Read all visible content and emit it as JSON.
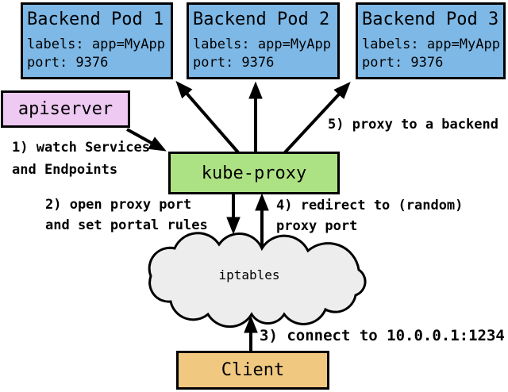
{
  "pods": [
    {
      "title": "Backend Pod 1",
      "labels": "labels: app=MyApp",
      "port": "port: 9376"
    },
    {
      "title": "Backend Pod 2",
      "labels": "labels: app=MyApp",
      "port": "port: 9376"
    },
    {
      "title": "Backend Pod 3",
      "labels": "labels: app=MyApp",
      "port": "port: 9376"
    }
  ],
  "apiserver": {
    "label": "apiserver"
  },
  "kube_proxy": {
    "label": "kube-proxy"
  },
  "iptables": {
    "label": "iptables"
  },
  "client": {
    "label": "Client"
  },
  "steps": {
    "watch": {
      "line1": "1) watch Services",
      "line2": "and Endpoints"
    },
    "open_port": {
      "line1": "2) open proxy port",
      "line2": "and set portal rules"
    },
    "connect": {
      "text": "3) connect to 10.0.0.1:1234"
    },
    "redirect": {
      "line1": "4) redirect to (random)",
      "line2": "proxy port"
    },
    "proxy": {
      "text": "5) proxy to a backend"
    }
  },
  "colors": {
    "pod_fill": "#7db8e6",
    "apiserver_fill": "#eec9f2",
    "kube_proxy_fill": "#ace283",
    "client_fill": "#f0c880",
    "cloud_fill": "#ededed",
    "line": "#000000"
  }
}
